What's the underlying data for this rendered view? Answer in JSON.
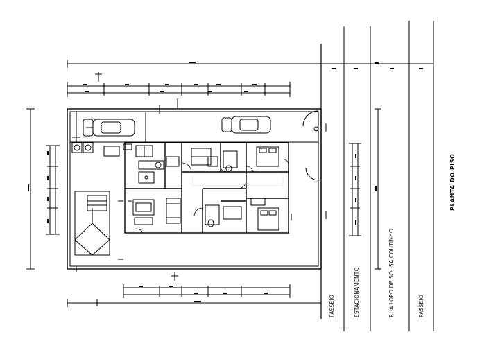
{
  "drawing": {
    "title": "PLANTA DO PISO"
  },
  "street": {
    "passeio_left": "PASSEIO",
    "estacionamento": "ESTACIONAMENTO",
    "rua": "RUA LOPO DE SOUSA COUTINHO",
    "passeio_right": "PASSEIO"
  },
  "colors": {
    "line": "#000000",
    "watermark": "#d8d8d8"
  }
}
